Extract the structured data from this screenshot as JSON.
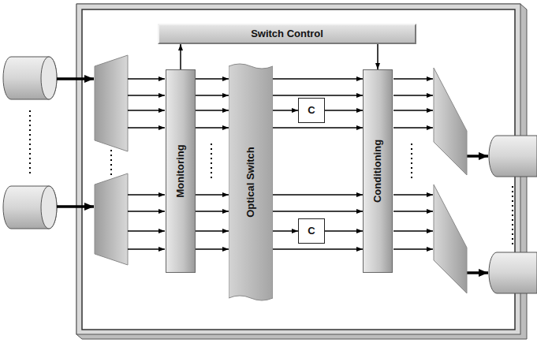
{
  "diagram": {
    "nodes": [
      {
        "text": [
          "Switch Control"
        ]
      },
      {
        "text": [
          "Monitoring"
        ]
      },
      {
        "text": [
          "Optical Switch"
        ]
      },
      {
        "text": [
          "C"
        ]
      },
      {
        "text": [
          "C"
        ]
      },
      {
        "text": [
          "Conditioning"
        ]
      }
    ],
    "edges": [
      {
        "from": 1,
        "to": 0,
        "arrow": "to"
      },
      {
        "from": 0,
        "to": 5,
        "arrow": "to"
      },
      {
        "from": 1,
        "to": 2,
        "arrow": "to"
      },
      {
        "from": 1,
        "to": 2,
        "arrow": "to"
      },
      {
        "from": 1,
        "to": 2,
        "arrow": "to"
      },
      {
        "from": 1,
        "to": 2,
        "arrow": "to"
      },
      {
        "from": 1,
        "to": 2,
        "arrow": "to"
      },
      {
        "from": 1,
        "to": 2,
        "arrow": "to"
      },
      {
        "from": 1,
        "to": 2,
        "arrow": "to"
      },
      {
        "from": 1,
        "to": 2,
        "arrow": "to"
      },
      {
        "from": 2,
        "to": 5,
        "arrow": "to"
      },
      {
        "from": 2,
        "to": 5,
        "arrow": "to"
      },
      {
        "from": 2,
        "to": 3,
        "arrow": "to"
      },
      {
        "from": 3,
        "to": 5,
        "arrow": "to"
      },
      {
        "from": 2,
        "to": 5,
        "arrow": "to"
      },
      {
        "from": 2,
        "to": 5,
        "arrow": "to"
      },
      {
        "from": 2,
        "to": 5,
        "arrow": "to"
      },
      {
        "from": 2,
        "to": 4,
        "arrow": "to"
      },
      {
        "from": 4,
        "to": 5,
        "arrow": "to"
      },
      {
        "from": 2,
        "to": 5,
        "arrow": "to"
      }
    ]
  }
}
